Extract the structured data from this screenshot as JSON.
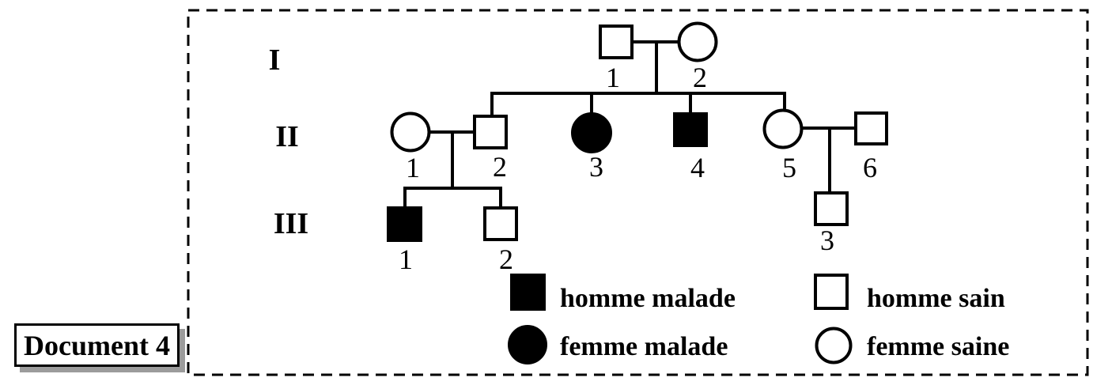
{
  "document_label": "Document 4",
  "pedigree": {
    "generation_labels": [
      "I",
      "II",
      "III"
    ],
    "individuals": [
      {
        "id": "I-1",
        "generation": "I",
        "number": "1",
        "sex": "homme",
        "affected": false
      },
      {
        "id": "I-2",
        "generation": "I",
        "number": "2",
        "sex": "femme",
        "affected": false
      },
      {
        "id": "II-1",
        "generation": "II",
        "number": "1",
        "sex": "femme",
        "affected": false
      },
      {
        "id": "II-2",
        "generation": "II",
        "number": "2",
        "sex": "homme",
        "affected": false
      },
      {
        "id": "II-3",
        "generation": "II",
        "number": "3",
        "sex": "femme",
        "affected": true
      },
      {
        "id": "II-4",
        "generation": "II",
        "number": "4",
        "sex": "homme",
        "affected": true
      },
      {
        "id": "II-5",
        "generation": "II",
        "number": "5",
        "sex": "femme",
        "affected": false
      },
      {
        "id": "II-6",
        "generation": "II",
        "number": "6",
        "sex": "homme",
        "affected": false
      },
      {
        "id": "III-1",
        "generation": "III",
        "number": "1",
        "sex": "homme",
        "affected": true
      },
      {
        "id": "III-2",
        "generation": "III",
        "number": "2",
        "sex": "homme",
        "affected": false
      },
      {
        "id": "III-3",
        "generation": "III",
        "number": "3",
        "sex": "homme",
        "affected": false
      }
    ]
  },
  "legend": {
    "items": [
      {
        "symbol": "filled-square",
        "label": "homme malade"
      },
      {
        "symbol": "filled-circle",
        "label": "femme malade"
      },
      {
        "symbol": "open-square",
        "label": "homme sain"
      },
      {
        "symbol": "open-circle",
        "label": "femme saine"
      }
    ]
  },
  "colors": {
    "ink": "#000000",
    "background": "#ffffff",
    "label_box_shadow": "#9c9c9c"
  }
}
